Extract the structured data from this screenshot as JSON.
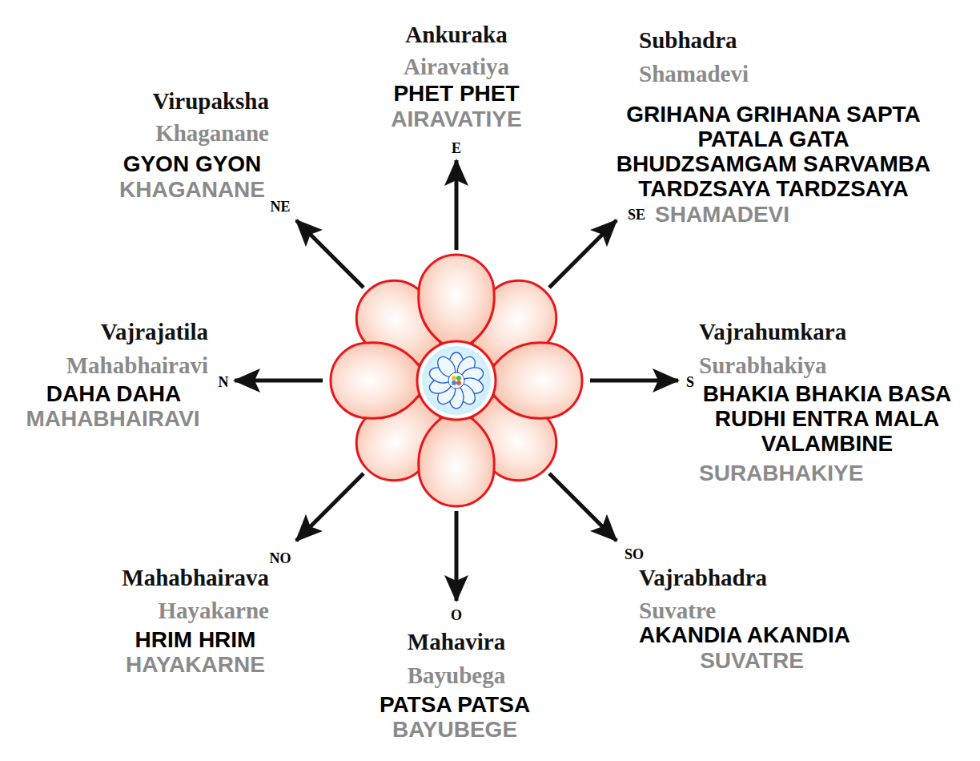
{
  "diagram": {
    "labels": [
      "Virupaksha",
      "Khaganane",
      "GYON GYON",
      "KHAGANANE",
      "NE",
      "Ankuraka",
      "Airavatiya",
      "PHET PHET",
      "AIRAVATIYE",
      "E",
      "Subhadra",
      "Shamadevi",
      "GRIHANA GRIHANA SAPTA PATALA GATA BHUDZSAMGAM SARVAMBA TARDZSAYA TARDZSAYA",
      "SHAMADEVI",
      "SE",
      "Vajrajatila",
      "Mahabhairavi",
      "DAHA DAHA",
      "MAHABHAIRAVI",
      "N",
      "Vajrahumkara",
      "Surabhakiya",
      "BHAKIA BHAKIA BASA RUDHI ENTRA MALA VALAMBINE",
      "SURABHAKIYE",
      "S",
      "Mahabhairava",
      "Hayakarne",
      "HRIM HRIM",
      "HAYAKARNE",
      "NO",
      "Mahavira",
      "Bayubega",
      "PATSA PATSA",
      "BAYUBEGE",
      "O",
      "Vajrabhadra",
      "Suvatre",
      "AKANDIA AKANDIA",
      "SUVATRE",
      "SO"
    ]
  }
}
